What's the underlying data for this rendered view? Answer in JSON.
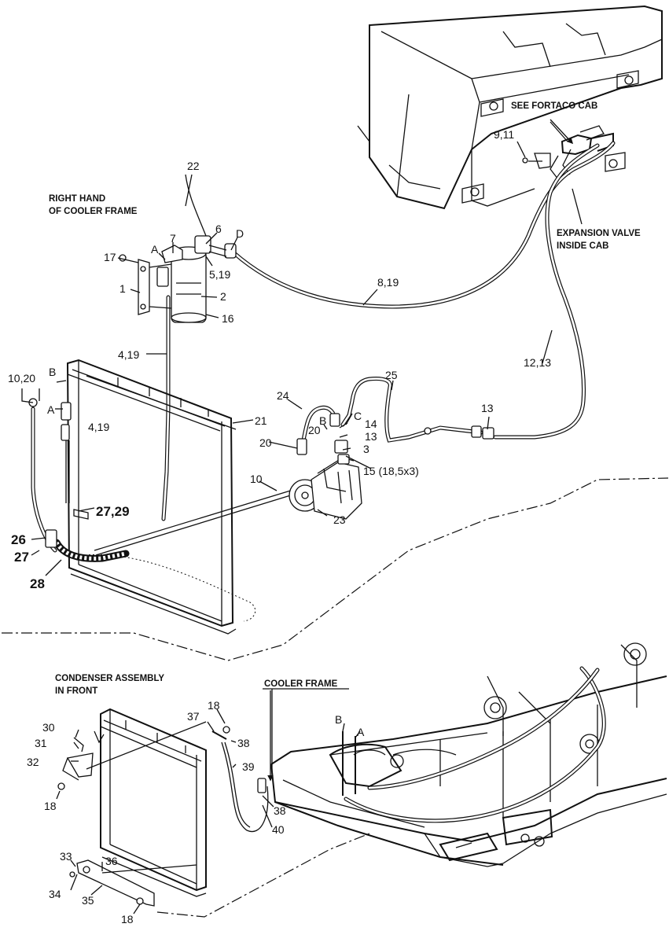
{
  "captions": {
    "right_hand_l1": "RIGHT HAND",
    "right_hand_l2": "OF COOLER FRAME",
    "see_fortaco": "SEE FORTACO CAB",
    "expansion_l1": "EXPANSION VALVE",
    "expansion_l2": "INSIDE CAB",
    "condenser_l1": "CONDENSER ASSEMBLY",
    "condenser_l2": "IN FRONT",
    "cooler_frame": "COOLER FRAME"
  },
  "callouts": {
    "c22": "22",
    "c6": "6",
    "cD": "D",
    "c7": "7",
    "cA_top": "A",
    "c17": "17",
    "c5_19": "5,19",
    "c1": "1",
    "c2": "2",
    "c16": "16",
    "c8_19": "8,19",
    "c9_11": "9,11",
    "c4_19_top": "4,19",
    "c12_13": "12,13",
    "c10_20": "10,20",
    "cB_left": "B",
    "cA_left": "A",
    "c4_19_left": "4,19",
    "c21": "21",
    "c24": "24",
    "cB_mid": "B",
    "c25": "25",
    "c20_a": "20",
    "cC": "C",
    "c14": "14",
    "c13_a": "13",
    "c13_b": "13",
    "c20_b": "20",
    "c3": "3",
    "c15": "15 (18,5x3)",
    "c10": "10",
    "c23": "23",
    "c27_29": "27,29",
    "c26": "26",
    "c27": "27",
    "c28": "28",
    "c30": "30",
    "c31": "31",
    "c32": "32",
    "c18_a": "18",
    "c18_b": "18",
    "c37": "37",
    "c38_a": "38",
    "c39": "39",
    "c38_b": "38",
    "c40": "40",
    "cB_low": "B",
    "cA_low": "A",
    "c33": "33",
    "c36": "36",
    "c34": "34",
    "c35": "35",
    "c18_c": "18"
  }
}
